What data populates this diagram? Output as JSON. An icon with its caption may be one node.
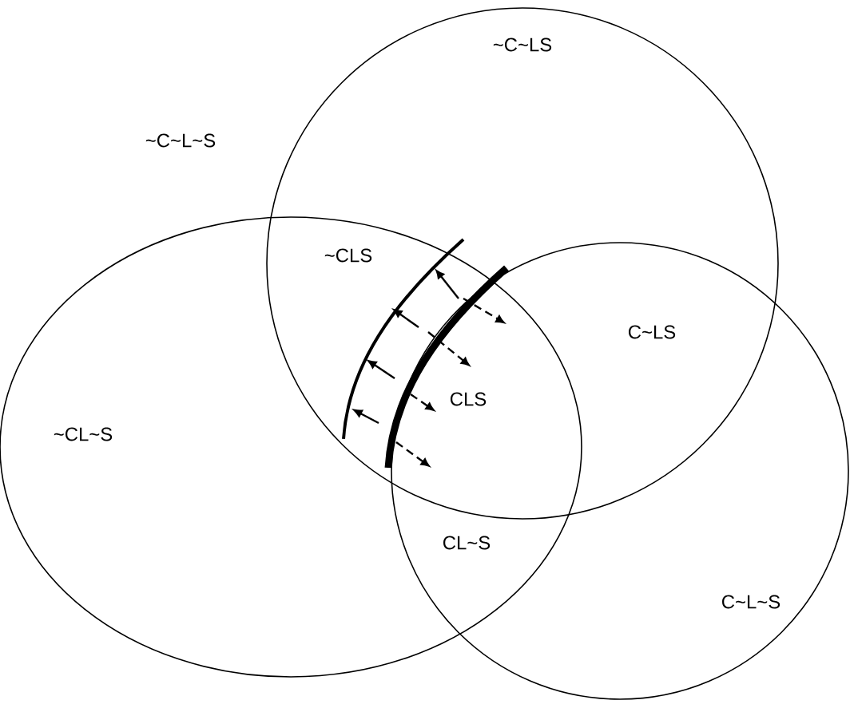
{
  "diagram": {
    "labels": [
      "~C~LS",
      "~C~L~S",
      "~CLS",
      "C~LS",
      "~CL~S",
      "CLS",
      "CL~S",
      "C~L~S"
    ]
  }
}
